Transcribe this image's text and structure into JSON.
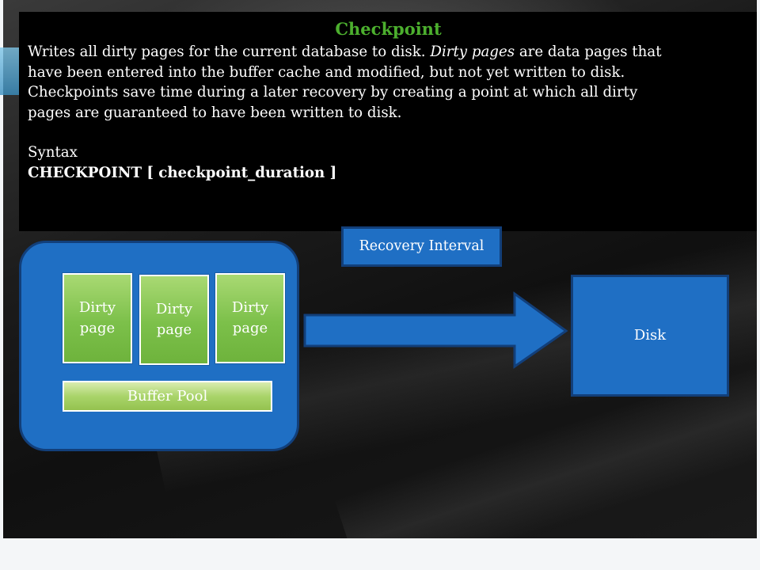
{
  "panel": {
    "title": "Checkpoint",
    "line1_pre": "Writes all dirty pages for the current database to disk. ",
    "line1_em": "Dirty pages",
    "line1_post": " are data pages that",
    "line2": "have been entered into the buffer cache and modified, but not yet written to disk.",
    "line3": "Checkpoints save time during a later recovery by creating a point at which all dirty",
    "line4": "pages are guaranteed to have been written to disk.",
    "syntax_label": "Syntax",
    "syntax_code": "CHECKPOINT [ checkpoint_duration ]"
  },
  "diagram": {
    "dirty_pages": [
      "Dirty page",
      "Dirty page",
      "Dirty page"
    ],
    "buffer_pool_label": "Buffer Pool",
    "recovery_interval_label": "Recovery Interval",
    "disk_label": "Disk",
    "colors": {
      "box_fill": "#1f6fc4",
      "box_border": "#123f7a",
      "page_green": "#7cc04a",
      "title_green": "#4caf2e"
    }
  }
}
